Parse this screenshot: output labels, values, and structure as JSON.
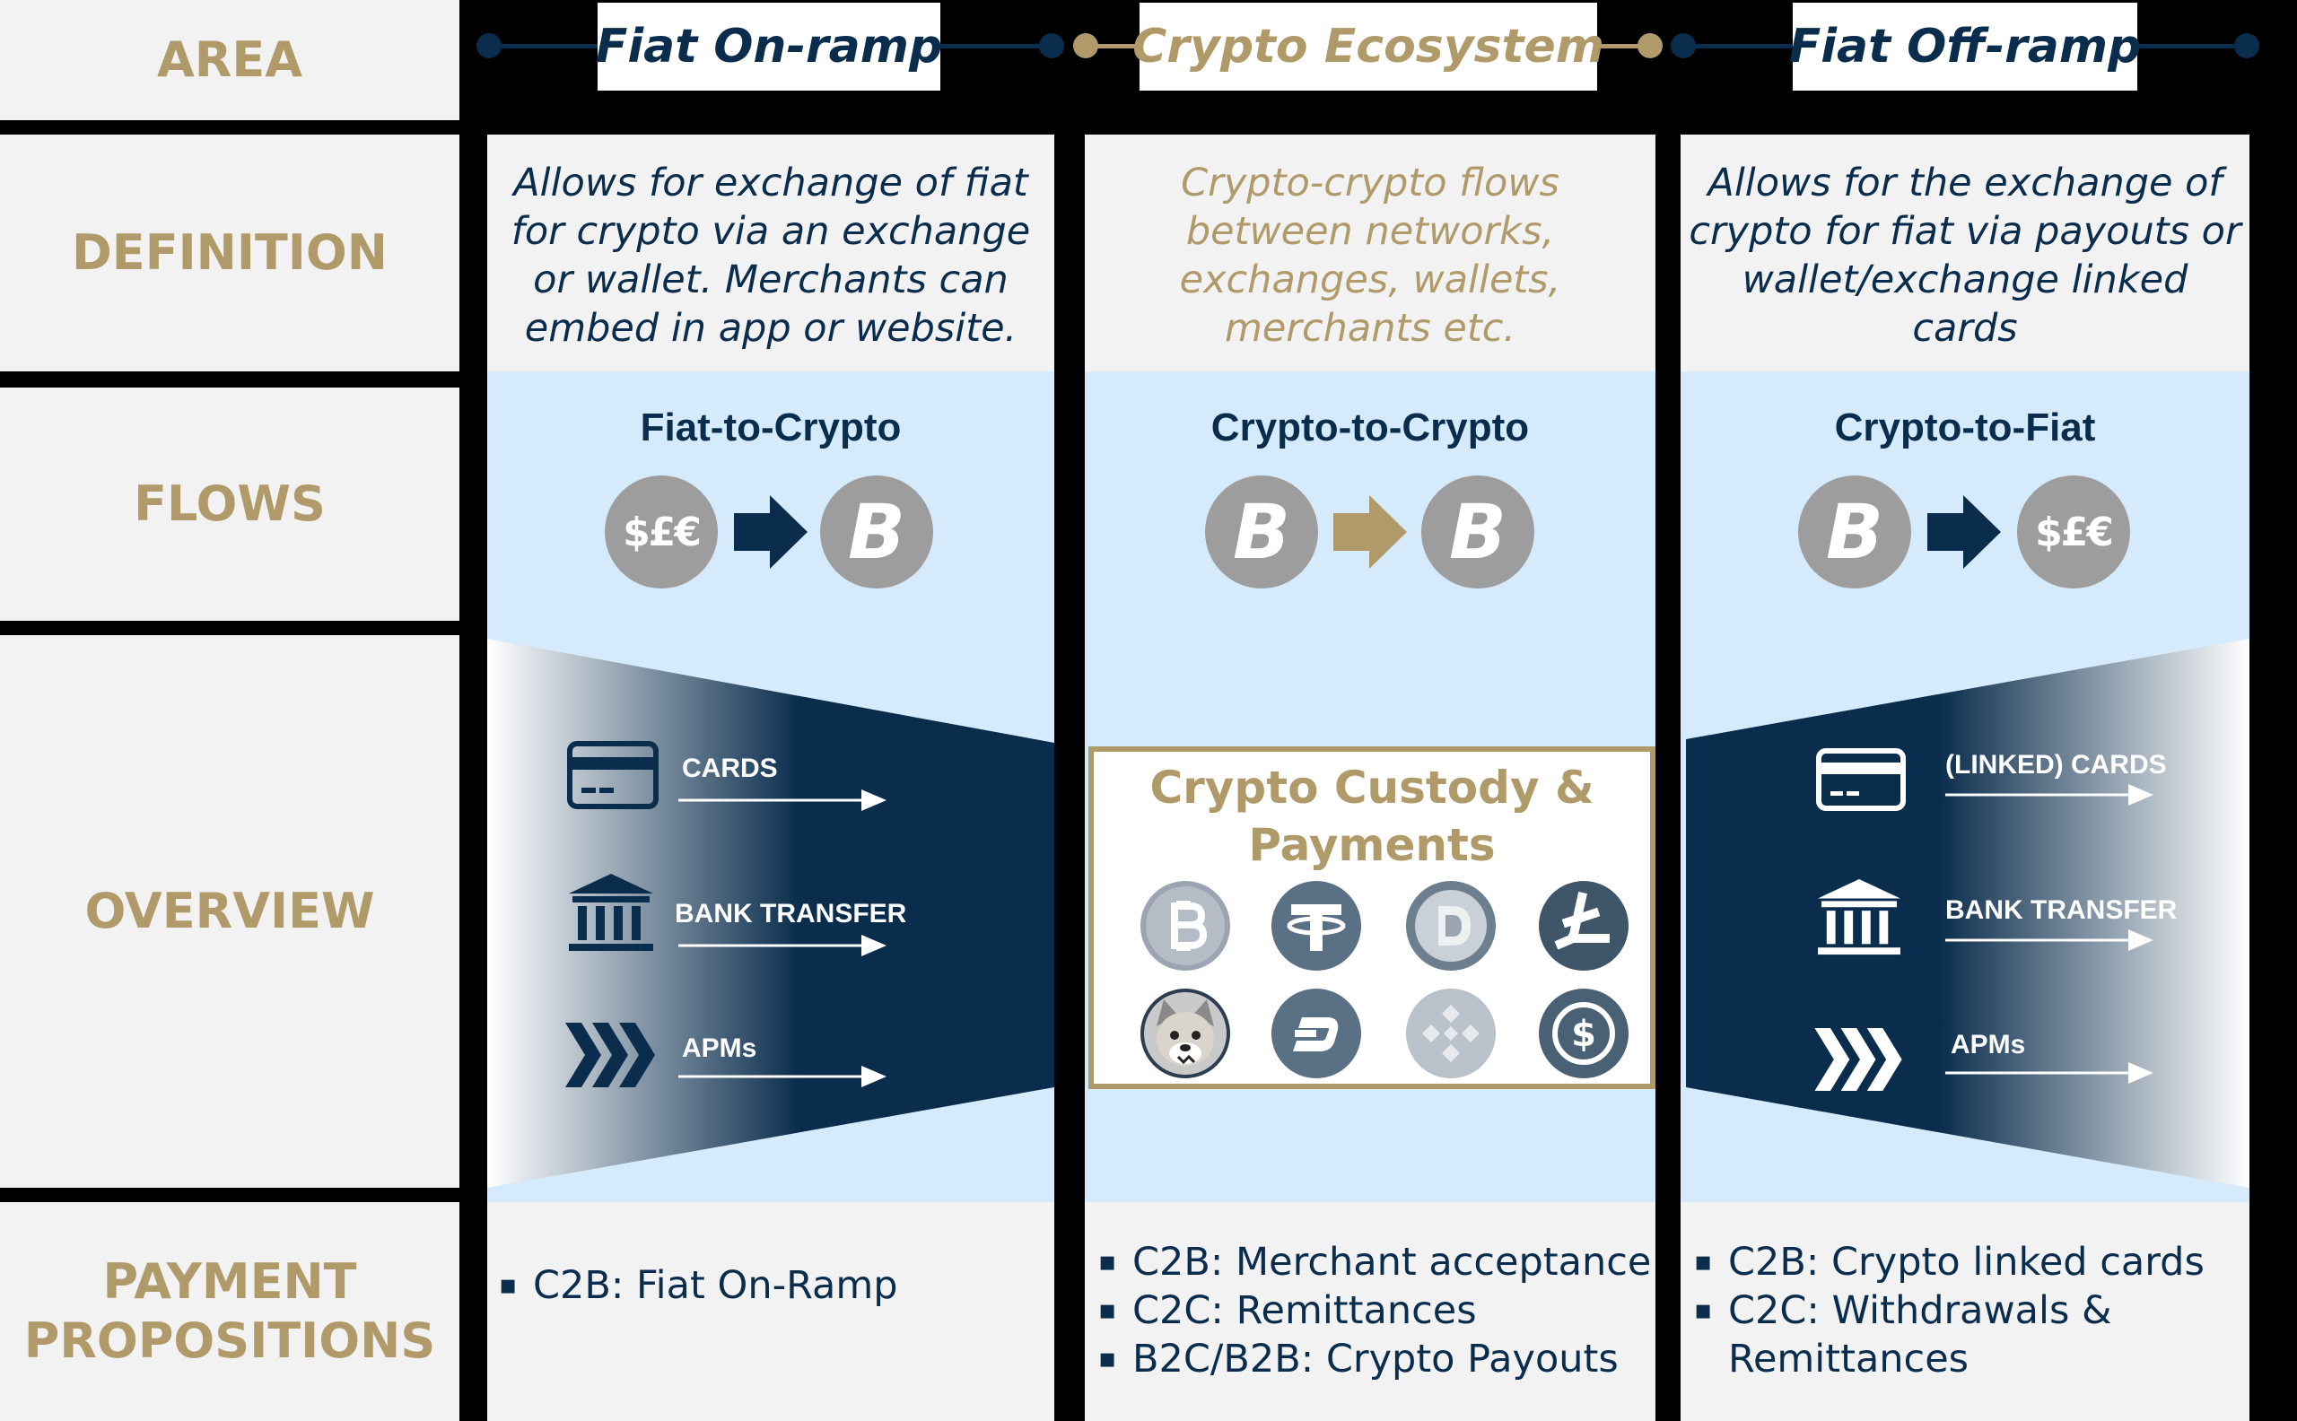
{
  "rows": {
    "area": "AREA",
    "definition": "DEFINITION",
    "flows": "FLOWS",
    "overview": "OVERVIEW",
    "payment_propositions_line1": "PAYMENT",
    "payment_propositions_line2": "PROPOSITIONS"
  },
  "columns": [
    {
      "area": "Fiat On-ramp",
      "definition": "Allows for exchange of fiat for crypto via an exchange or wallet. Merchants can embed in app or website.",
      "flow_title": "Fiat-to-Crypto",
      "coin_from": "$£€",
      "coin_to": "B",
      "overview": [
        "CARDS",
        "BANK TRANSFER",
        "APMs"
      ],
      "propositions": [
        "C2B: Fiat On-Ramp"
      ]
    },
    {
      "area": "Crypto Ecosystem",
      "definition": "Crypto-crypto flows between networks, exchanges, wallets, merchants etc.",
      "flow_title": "Crypto-to-Crypto",
      "coin_from": "B",
      "coin_to": "B",
      "overview_title_line1": "Crypto Custody &",
      "overview_title_line2": "Payments",
      "propositions": [
        "C2B: Merchant acceptance",
        "C2C: Remittances",
        "B2C/B2B: Crypto Payouts"
      ]
    },
    {
      "area": "Fiat Off-ramp",
      "definition": "Allows for the exchange of crypto for fiat via payouts or wallet/exchange linked cards",
      "flow_title": "Crypto-to-Fiat",
      "coin_from": "B",
      "coin_to": "$£€",
      "overview": [
        "(LINKED) CARDS",
        "BANK TRANSFER",
        "APMs"
      ],
      "propositions": [
        "C2B: Crypto linked cards",
        "C2C: Withdrawals &",
        "Remittances"
      ]
    }
  ],
  "colors": {
    "navy": "#0a2d4d",
    "gold": "#b09a6a",
    "light_blue": "#d5ebfb",
    "light_gray": "#f2f2f2",
    "coin_gray": "#9d9d9d"
  },
  "icons": {
    "cards": "credit-card-icon",
    "bank": "bank-icon",
    "apms": "chevrons-icon",
    "custody_coins": [
      "bitcoin-icon",
      "tether-icon",
      "dogecoin-icon",
      "litecoin-icon",
      "shiba-inu-icon",
      "dash-icon",
      "binance-coin-icon",
      "usd-coin-icon"
    ]
  }
}
